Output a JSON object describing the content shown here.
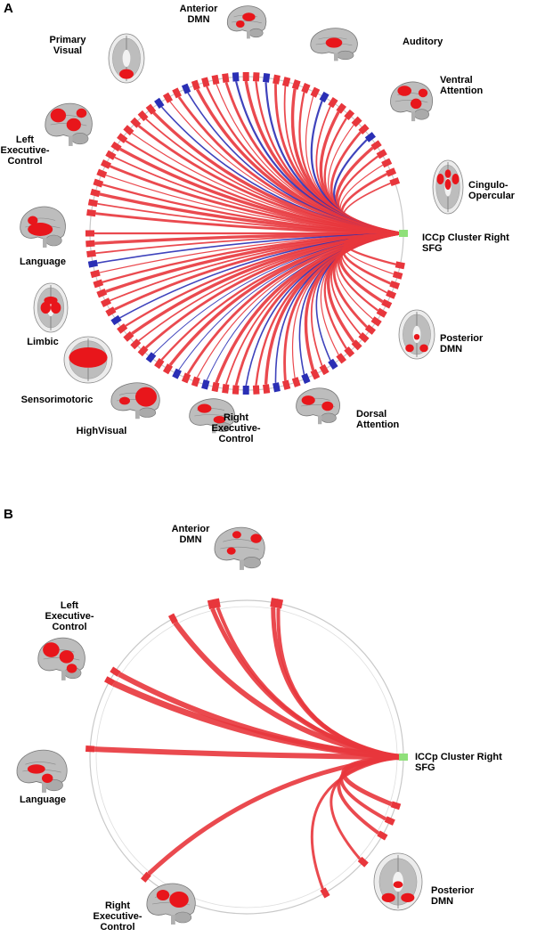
{
  "colors": {
    "positive": "#e8363c",
    "negative": "#2a2fb5",
    "seed": "#8fe07a",
    "ring": "#c9c9c9",
    "brain": "#bdbdbd",
    "activation": "#e8161b"
  },
  "panelA": {
    "letter": "A",
    "seed_label": [
      "ICCp Cluster Right",
      "SFG"
    ],
    "networks": [
      {
        "name": "anterior-dmn",
        "label": [
          "Anterior",
          "DMN"
        ],
        "icon": "brain-sagittal-icon"
      },
      {
        "name": "auditory",
        "label": [
          "Auditory"
        ],
        "icon": "brain-lateral-icon"
      },
      {
        "name": "ventral-attention",
        "label": [
          "Ventral",
          "Attention"
        ],
        "icon": "brain-lateral-icon"
      },
      {
        "name": "cingulo-opercular",
        "label": [
          "Cingulo-",
          "Opercular"
        ],
        "icon": "brain-axial-icon"
      },
      {
        "name": "posterior-dmn",
        "label": [
          "Posterior",
          "DMN"
        ],
        "icon": "brain-axial-icon"
      },
      {
        "name": "dorsal-attention",
        "label": [
          "Dorsal",
          "Attention"
        ],
        "icon": "brain-lateral-icon"
      },
      {
        "name": "right-executive-control",
        "label": [
          "Right",
          "Executive-",
          "Control"
        ],
        "icon": "brain-lateral-icon"
      },
      {
        "name": "high-visual",
        "label": [
          "HighVisual"
        ],
        "icon": "brain-lateral-icon"
      },
      {
        "name": "sensorimotoric",
        "label": [
          "Sensorimotoric"
        ],
        "icon": "brain-top-icon"
      },
      {
        "name": "limbic",
        "label": [
          "Limbic"
        ],
        "icon": "brain-axial-icon"
      },
      {
        "name": "language",
        "label": [
          "Language"
        ],
        "icon": "brain-lateral-icon"
      },
      {
        "name": "left-executive-control",
        "label": [
          "Left",
          "Executive-",
          "Control"
        ],
        "icon": "brain-lateral-icon"
      },
      {
        "name": "primary-visual",
        "label": [
          "Primary",
          "Visual"
        ],
        "icon": "brain-axial-icon"
      }
    ]
  },
  "panelB": {
    "letter": "B",
    "seed_label": [
      "ICCp Cluster Right",
      "SFG"
    ],
    "networks": [
      {
        "name": "anterior-dmn",
        "label": [
          "Anterior",
          "DMN"
        ],
        "icon": "brain-sagittal-icon"
      },
      {
        "name": "left-executive-control",
        "label": [
          "Left",
          "Executive-",
          "Control"
        ],
        "icon": "brain-lateral-icon"
      },
      {
        "name": "language",
        "label": [
          "Language"
        ],
        "icon": "brain-lateral-icon"
      },
      {
        "name": "right-executive-control",
        "label": [
          "Right",
          "Executive-",
          "Control"
        ],
        "icon": "brain-lateral-icon"
      },
      {
        "name": "posterior-dmn",
        "label": [
          "Posterior",
          "DMN"
        ],
        "icon": "brain-axial-icon"
      }
    ]
  }
}
